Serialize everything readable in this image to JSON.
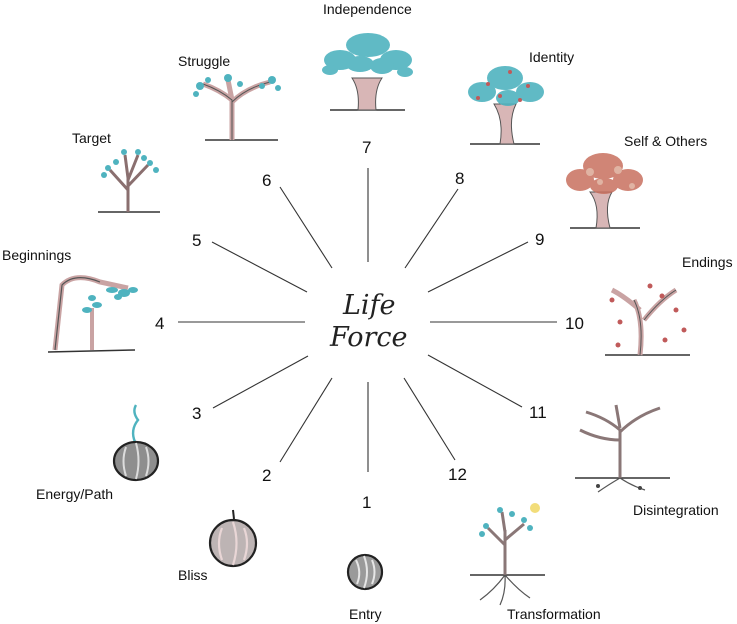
{
  "center": {
    "line1": "Life",
    "line2": "Force"
  },
  "stages": [
    {
      "number": "1",
      "label": "Entry",
      "icon": "seed-ball-icon"
    },
    {
      "number": "2",
      "label": "Bliss",
      "icon": "seed-pod-icon"
    },
    {
      "number": "3",
      "label": "Energy/Path",
      "icon": "sprouting-seed-icon"
    },
    {
      "number": "4",
      "label": "Beginnings",
      "icon": "sapling-icon"
    },
    {
      "number": "5",
      "label": "Target",
      "icon": "young-tree-icon"
    },
    {
      "number": "6",
      "label": "Struggle",
      "icon": "branching-tree-icon"
    },
    {
      "number": "7",
      "label": "Independence",
      "icon": "full-tree-icon"
    },
    {
      "number": "8",
      "label": "Identity",
      "icon": "flowering-tree-icon"
    },
    {
      "number": "9",
      "label": "Self & Others",
      "icon": "autumn-tree-icon"
    },
    {
      "number": "10",
      "label": "Endings",
      "icon": "leaf-falling-tree-icon"
    },
    {
      "number": "11",
      "label": "Disintegration",
      "icon": "bare-tree-icon"
    },
    {
      "number": "12",
      "label": "Transformation",
      "icon": "rooted-tree-icon"
    }
  ],
  "colors": {
    "teal": "#4fb3bf",
    "bark": "#c9a3a3",
    "autumn": "#c8705f",
    "ink": "#2a2a2a",
    "sun": "#f2dd7a"
  }
}
